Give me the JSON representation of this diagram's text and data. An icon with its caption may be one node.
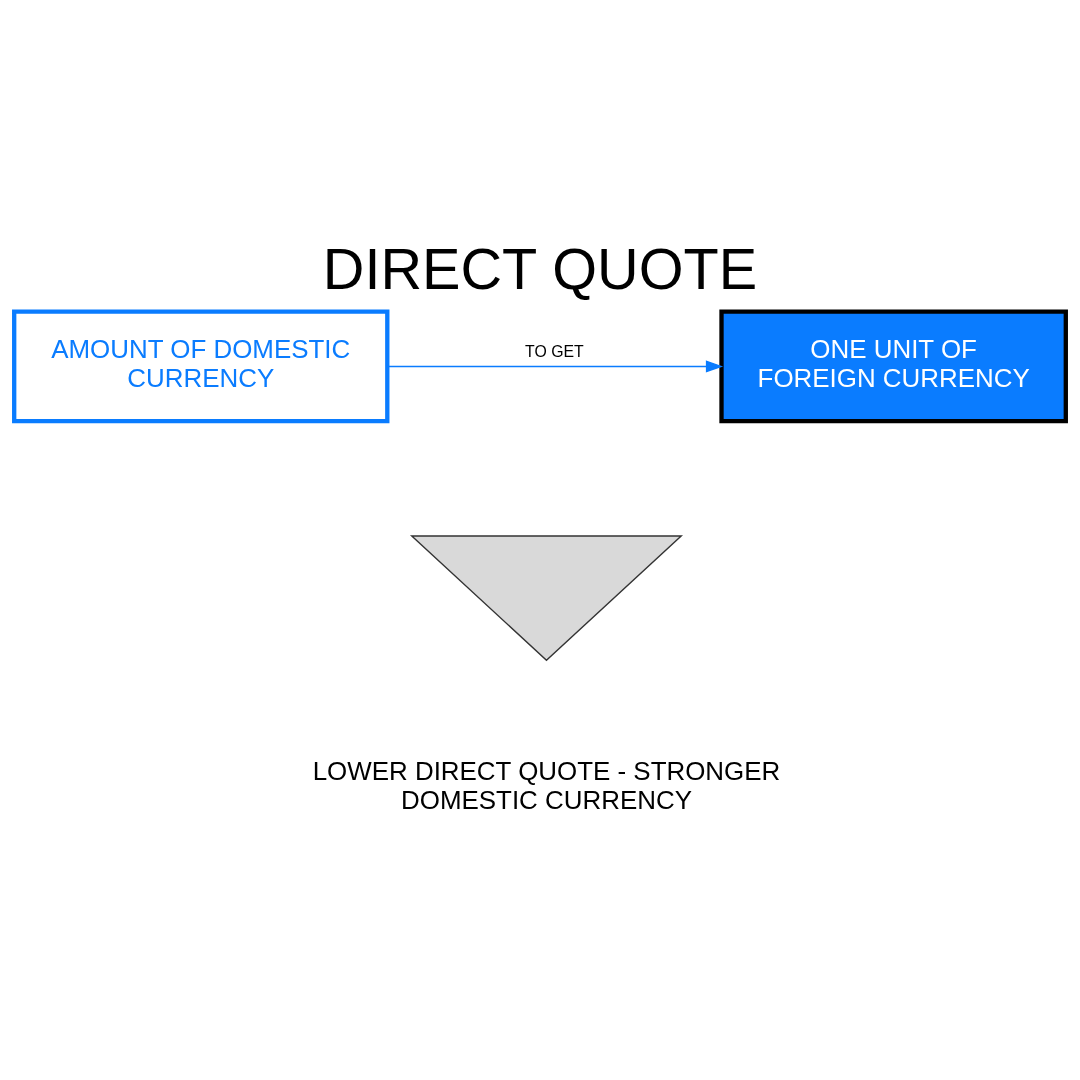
{
  "diagram": {
    "title": "DIRECT QUOTE",
    "nodes": [
      {
        "text": [
          "AMOUNT OF DOMESTIC CURRENCY"
        ]
      },
      {
        "text": [
          "ONE UNIT OF FOREIGN CURRENCY"
        ]
      },
      {
        "text": [],
        "shape": "chevron"
      }
    ],
    "edges": [
      {
        "from": 0,
        "to": 1,
        "arrow": "to",
        "label": "TO GET",
        "color": "#0a7cff"
      }
    ],
    "labels": [
      "LOWER DIRECT QUOTE - STRONGER DOMESTIC CURRENCY"
    ]
  }
}
